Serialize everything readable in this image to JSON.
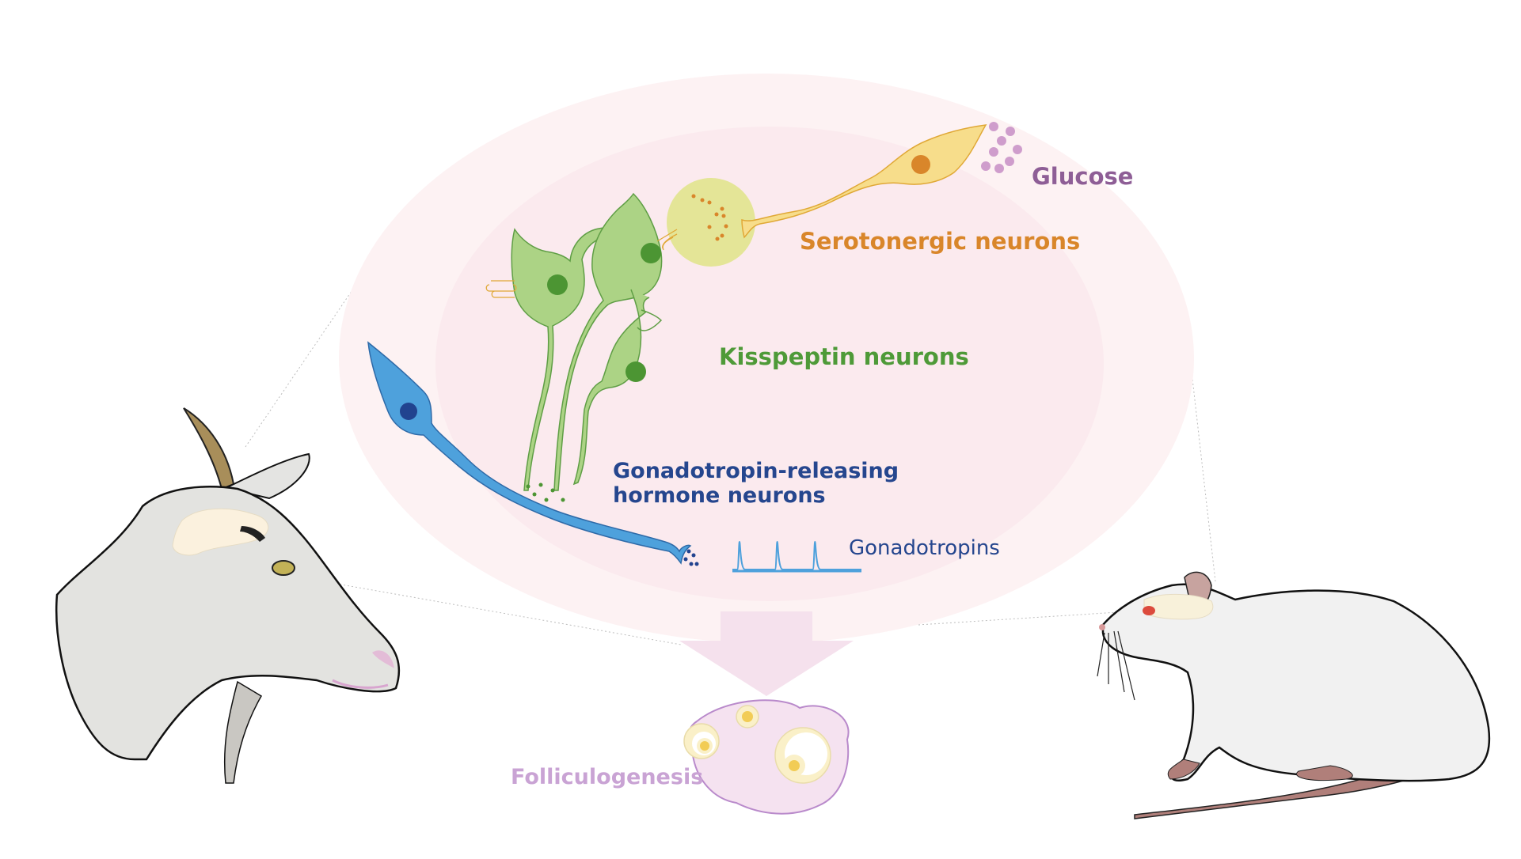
{
  "diagram": {
    "labels": {
      "glucose": "Glucose",
      "serotonergic": "Serotonergic neurons",
      "kisspeptin": "Kisspeptin neurons",
      "gnrh_line1": "Gonadotropin-releasing",
      "gnrh_line2": "hormone neurons",
      "gonadotropins": "Gonadotropins",
      "folliculogenesis": "Folliculogenesis"
    },
    "colors": {
      "glucose": "#8e5e96",
      "serotonergic": "#d9862a",
      "kisspeptin": "#4e9a38",
      "gnrh": "#25468e",
      "gonadotropins": "#25468e",
      "folliculogenesis": "#c9a3d4",
      "outer_bubble": "#fdf1f2",
      "inner_bubble": "#fbecee",
      "arrow": "#f3e0ec"
    },
    "animals": [
      "goat",
      "rat"
    ],
    "gonadotropin_pulses": 3
  }
}
